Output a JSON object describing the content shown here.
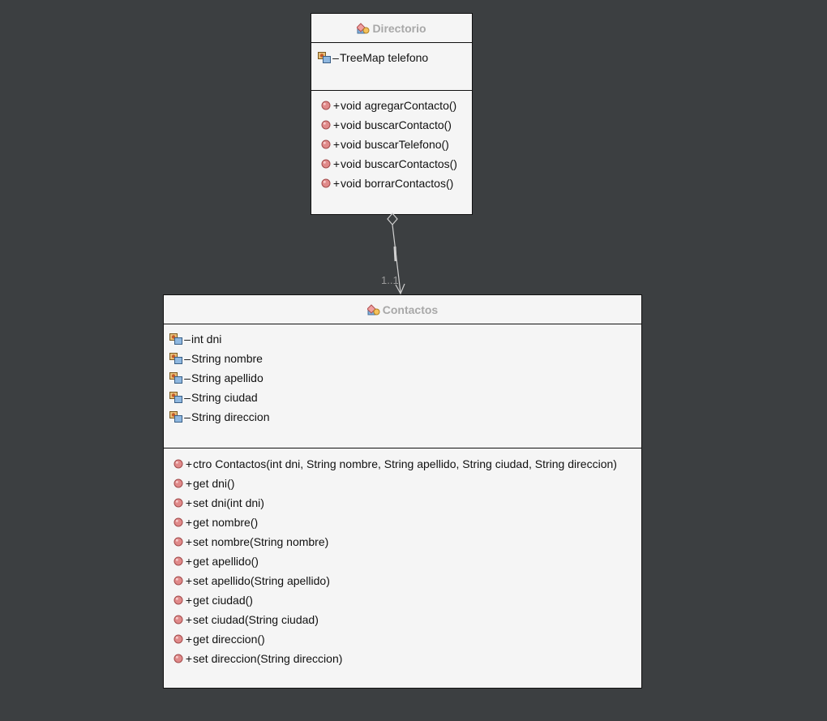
{
  "classes": {
    "directorio": {
      "name": "Directorio",
      "attributes": [
        {
          "visibility": "–",
          "text": "TreeMap telefono"
        }
      ],
      "methods": [
        {
          "visibility": "+",
          "text": "void agregarContacto()"
        },
        {
          "visibility": "+",
          "text": "void buscarContacto()"
        },
        {
          "visibility": "+",
          "text": "void buscarTelefono()"
        },
        {
          "visibility": "+",
          "text": "void buscarContactos()"
        },
        {
          "visibility": "+",
          "text": "void borrarContactos()"
        }
      ]
    },
    "contactos": {
      "name": "Contactos",
      "attributes": [
        {
          "visibility": "–",
          "text": "int dni"
        },
        {
          "visibility": "–",
          "text": "String nombre"
        },
        {
          "visibility": "–",
          "text": "String apellido"
        },
        {
          "visibility": "–",
          "text": "String ciudad"
        },
        {
          "visibility": "–",
          "text": "String direccion"
        }
      ],
      "methods": [
        {
          "visibility": "+",
          "text": "ctro Contactos(int dni, String nombre, String apellido, String ciudad, String direccion)"
        },
        {
          "visibility": "+",
          "text": "get dni()"
        },
        {
          "visibility": "+",
          "text": "set dni(int dni)"
        },
        {
          "visibility": "+",
          "text": "get nombre()"
        },
        {
          "visibility": "+",
          "text": "set nombre(String nombre)"
        },
        {
          "visibility": "+",
          "text": "get apellido()"
        },
        {
          "visibility": "+",
          "text": "set apellido(String apellido)"
        },
        {
          "visibility": "+",
          "text": "get ciudad()"
        },
        {
          "visibility": "+",
          "text": "set ciudad(String ciudad)"
        },
        {
          "visibility": "+",
          "text": "get direccion()"
        },
        {
          "visibility": "+",
          "text": "set direccion(String direccion)"
        }
      ]
    }
  },
  "association": {
    "type": "aggregation",
    "source_end": "diamond",
    "target_end": "open-arrow",
    "multiplicity": "1..1"
  },
  "colors": {
    "background": "#3c3f41",
    "class_fill": "#f5f5f5",
    "class_border": "#111111",
    "title_text": "#a8a8a8",
    "method_icon": "#e08a8a",
    "connector": "#cfcfcf"
  },
  "icons": {
    "class": "class-icon",
    "field": "field-icon",
    "method": "method-icon"
  }
}
